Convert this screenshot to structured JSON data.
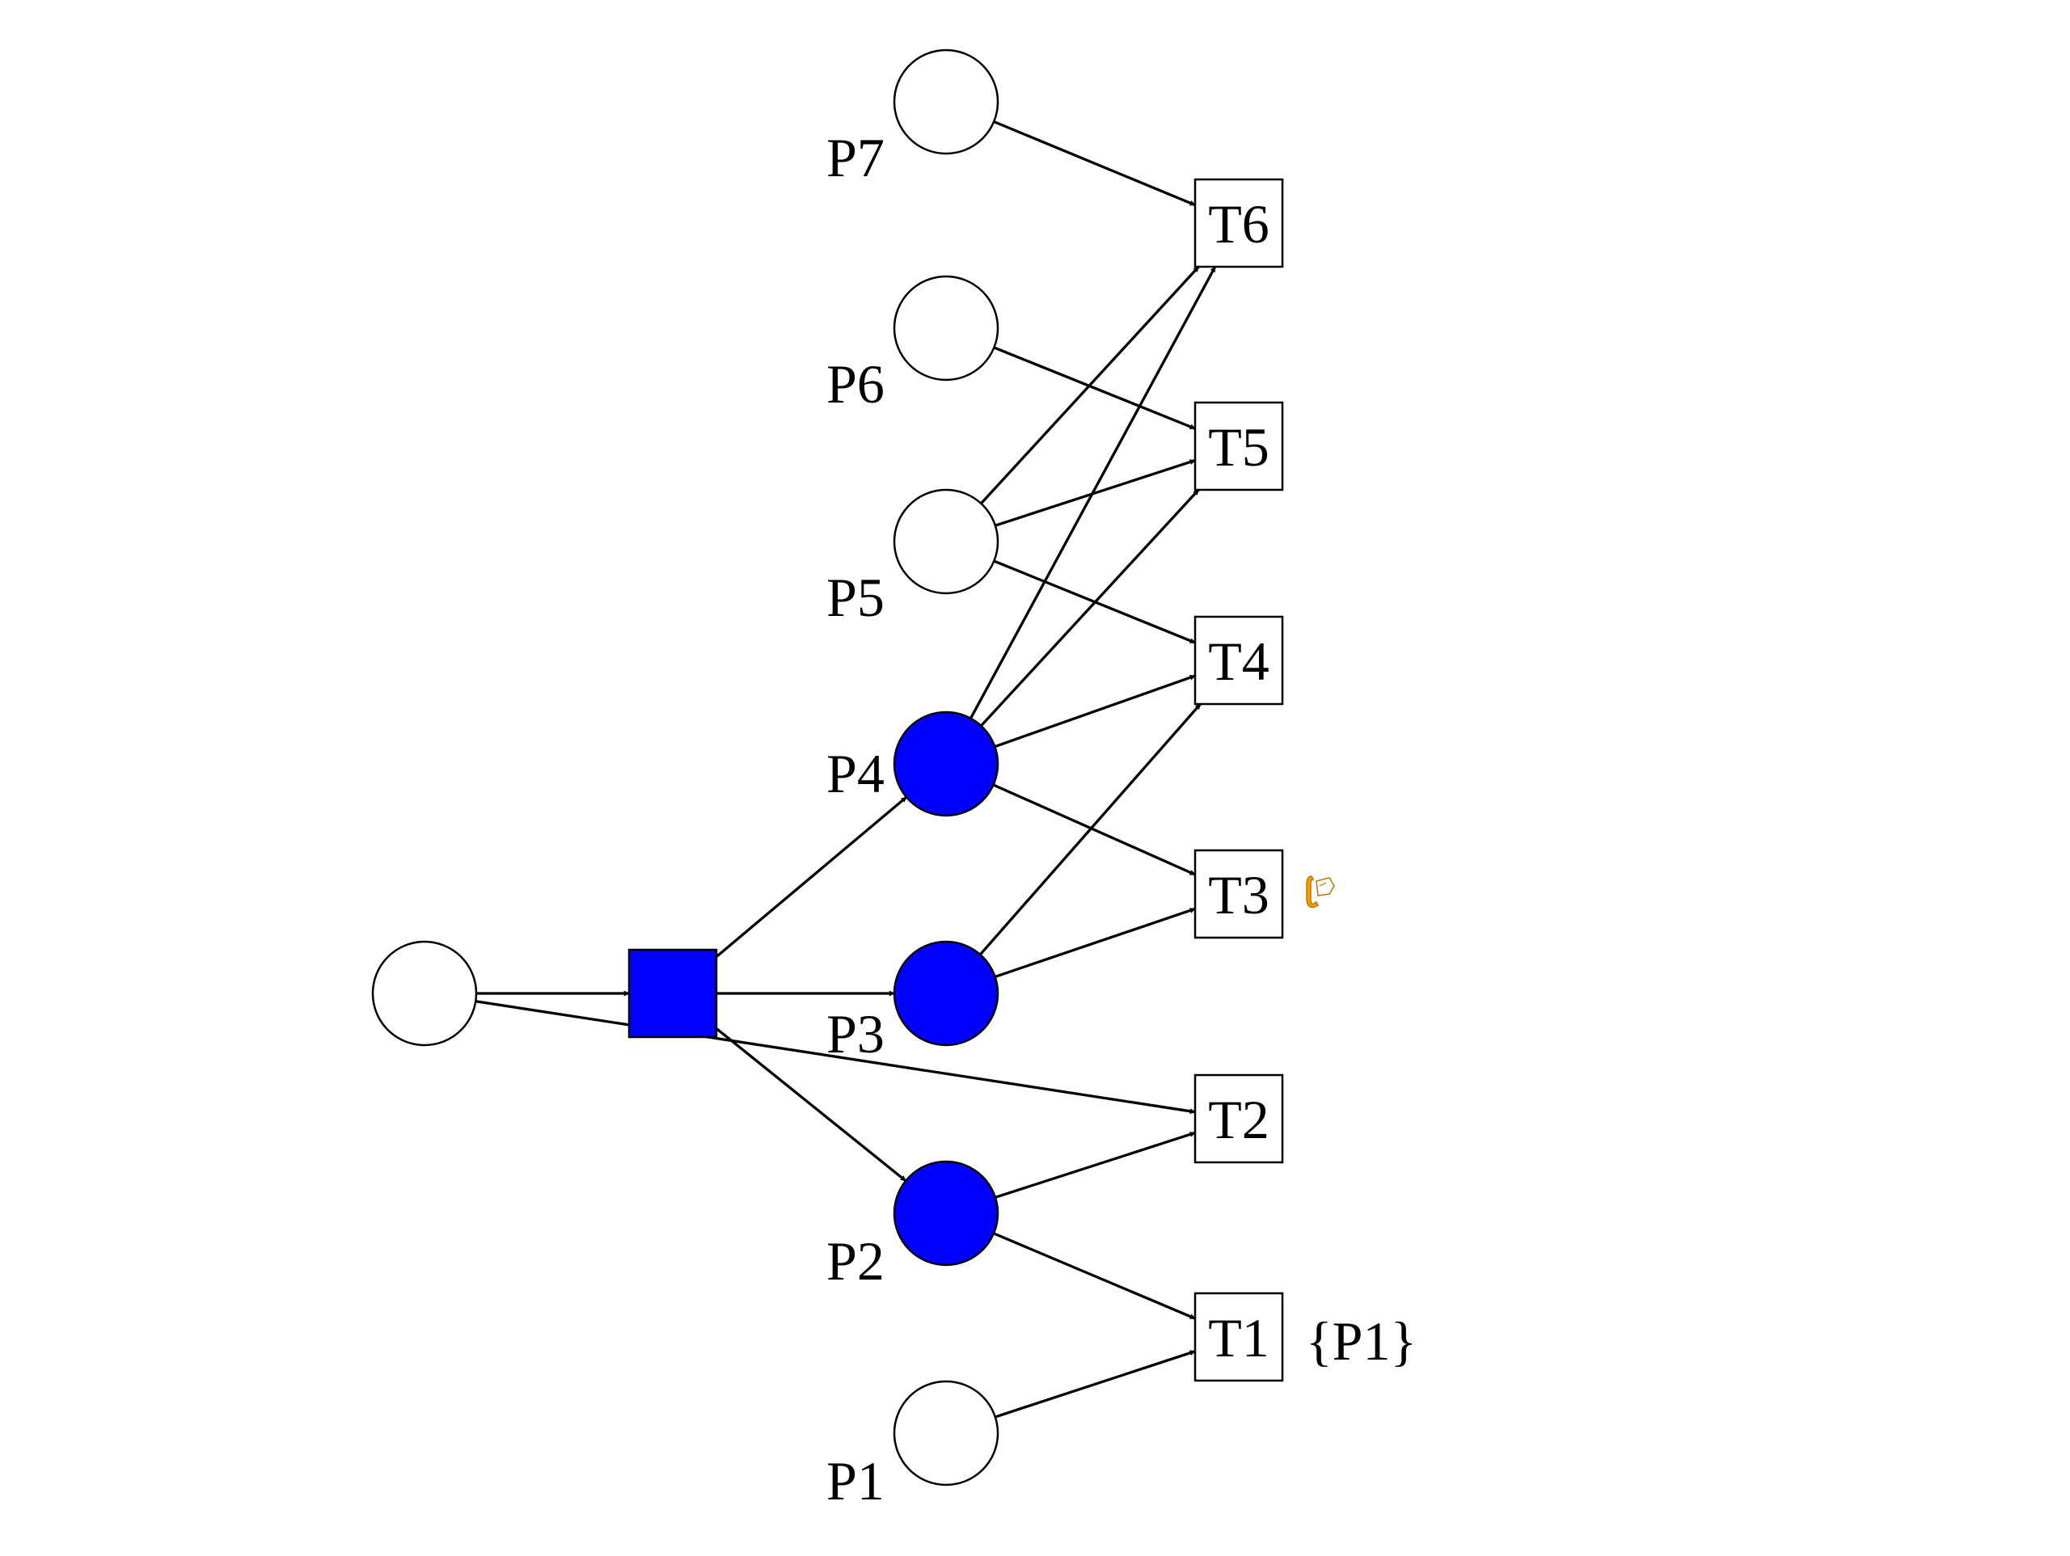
{
  "colors": {
    "token_fill": "#0000ff",
    "stroke": "#000000",
    "empty_fill": "#ffffff",
    "cursor_accent": "#f0a000"
  },
  "places": [
    {
      "id": "P7",
      "label": "P7",
      "marked": false
    },
    {
      "id": "P6",
      "label": "P6",
      "marked": false
    },
    {
      "id": "P5",
      "label": "P5",
      "marked": false
    },
    {
      "id": "P4",
      "label": "P4",
      "marked": true
    },
    {
      "id": "P3",
      "label": "P3",
      "marked": true
    },
    {
      "id": "P2",
      "label": "P2",
      "marked": true
    },
    {
      "id": "P1",
      "label": "P1",
      "marked": false
    },
    {
      "id": "P0",
      "label": "",
      "marked": false
    }
  ],
  "transitions": [
    {
      "id": "T6",
      "label": "T6"
    },
    {
      "id": "T5",
      "label": "T5"
    },
    {
      "id": "T4",
      "label": "T4"
    },
    {
      "id": "T3",
      "label": "T3"
    },
    {
      "id": "T2",
      "label": "T2"
    },
    {
      "id": "T1",
      "label": "T1"
    },
    {
      "id": "TX",
      "label": "",
      "filled": true
    }
  ],
  "arcs": [
    [
      "P0",
      "TX"
    ],
    [
      "P0",
      "T2"
    ],
    [
      "TX",
      "P4"
    ],
    [
      "TX",
      "P3"
    ],
    [
      "TX",
      "P2"
    ],
    [
      "P7",
      "T6"
    ],
    [
      "P6",
      "T5"
    ],
    [
      "P5",
      "T6"
    ],
    [
      "P5",
      "T5"
    ],
    [
      "P5",
      "T4"
    ],
    [
      "P4",
      "T6"
    ],
    [
      "P4",
      "T5"
    ],
    [
      "P4",
      "T4"
    ],
    [
      "P4",
      "T3"
    ],
    [
      "P3",
      "T4"
    ],
    [
      "P3",
      "T3"
    ],
    [
      "P2",
      "T2"
    ],
    [
      "P2",
      "T1"
    ],
    [
      "P1",
      "T1"
    ]
  ],
  "annotations": {
    "t1_set": "{P1}",
    "t3_icon": "pointer-cursor-icon"
  }
}
